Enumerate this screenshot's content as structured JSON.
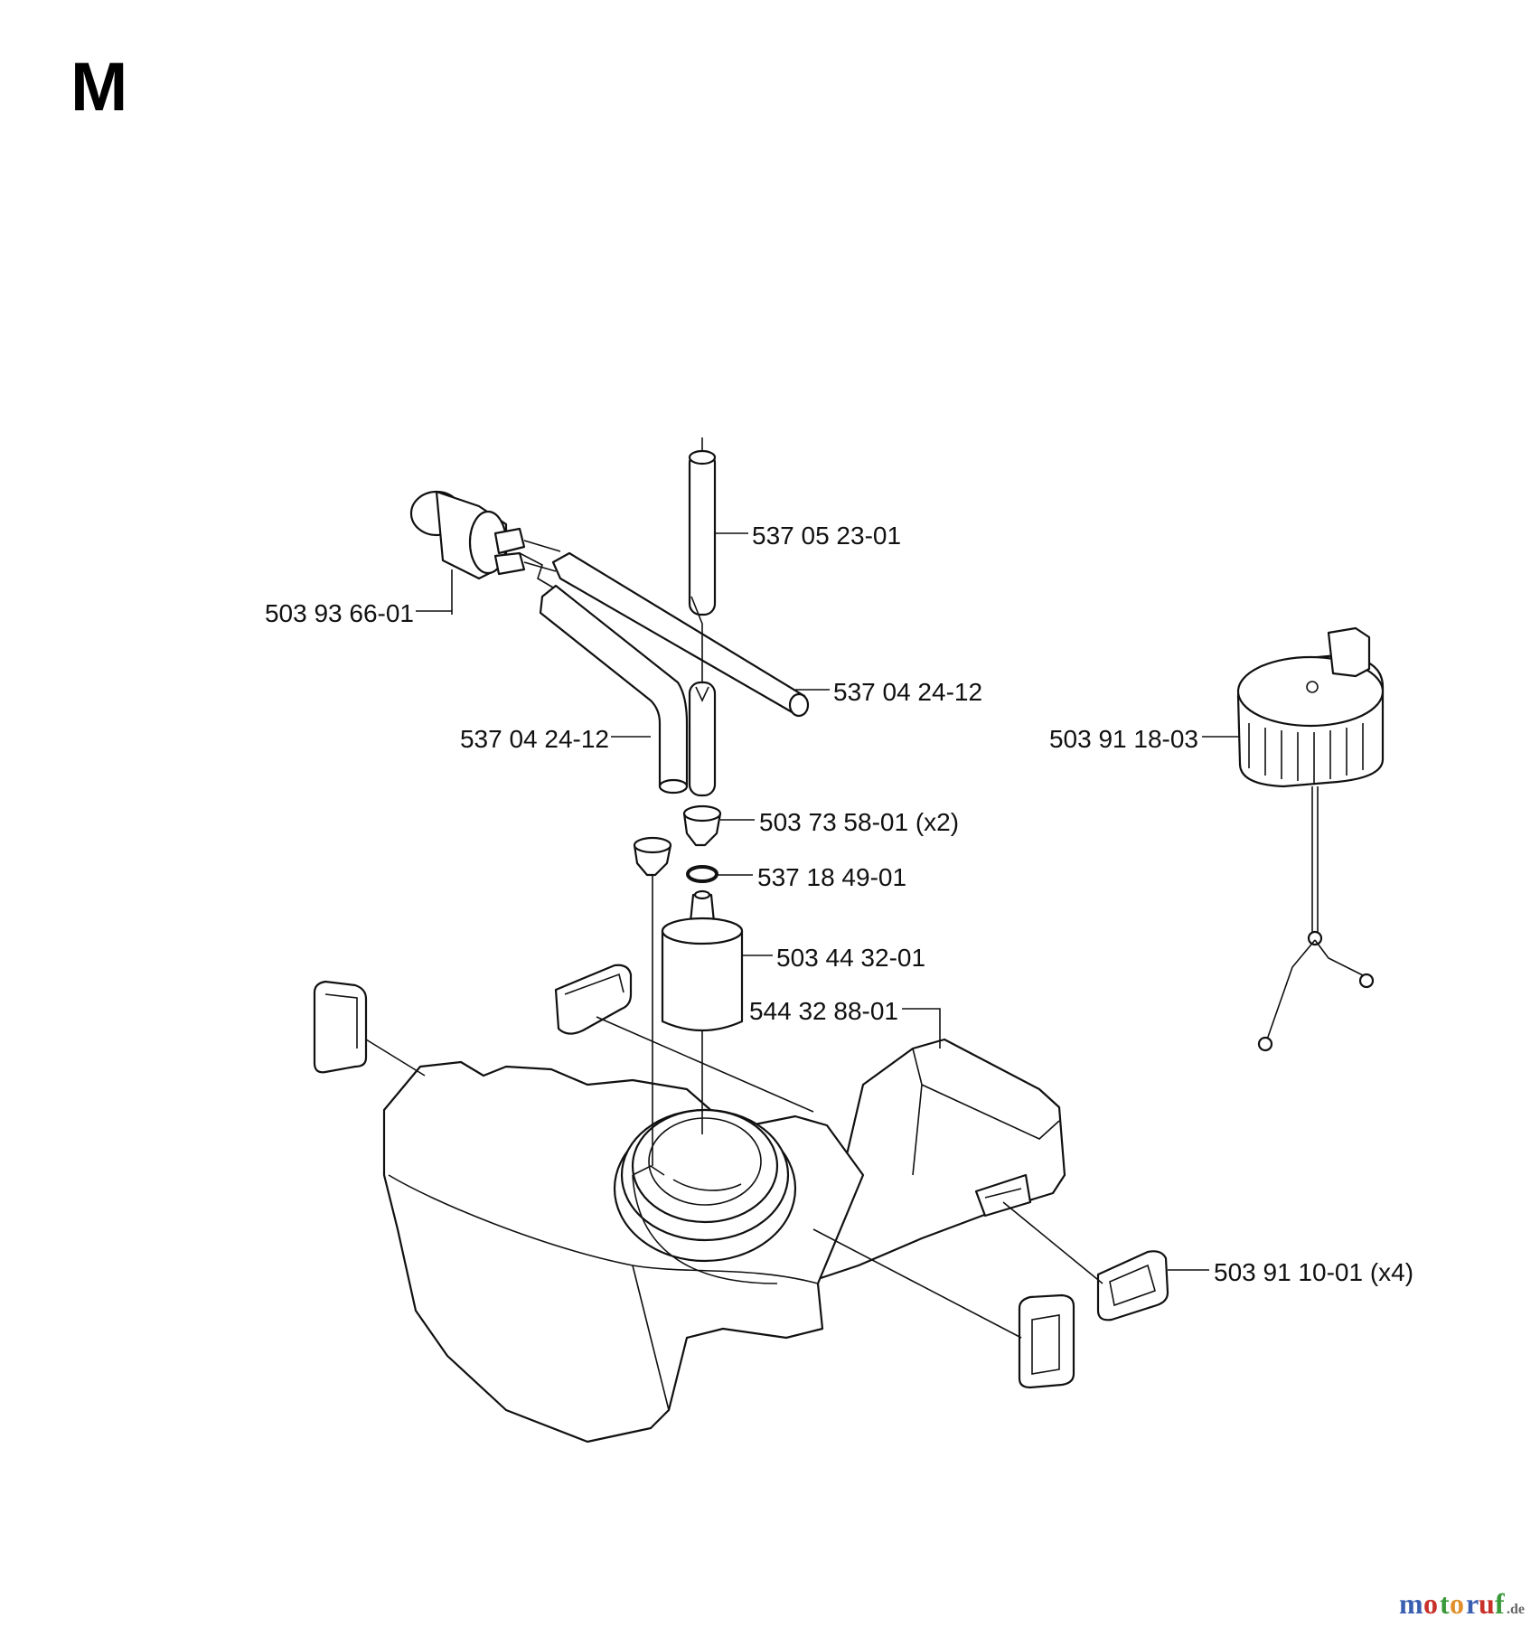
{
  "section_letter": "M",
  "parts": [
    {
      "id": "primer-bulb",
      "number": "503 93 66-01"
    },
    {
      "id": "fuel-hose-top",
      "number": "537 05 23-01"
    },
    {
      "id": "fuel-hose-diagonal",
      "number": "537 04 24-12"
    },
    {
      "id": "fuel-hose-bent",
      "number": "537 04 24-12"
    },
    {
      "id": "grommet",
      "number": "503 73 58-01 (x2)"
    },
    {
      "id": "o-ring",
      "number": "537 18 49-01"
    },
    {
      "id": "fuel-filter",
      "number": "503 44 32-01"
    },
    {
      "id": "fuel-tank",
      "number": "544 32 88-01"
    },
    {
      "id": "fuel-cap",
      "number": "503 91 18-03"
    },
    {
      "id": "rubber-mount",
      "number": "503 91 10-01 (x4)"
    }
  ],
  "watermark": {
    "letters": [
      "m",
      "o",
      "t",
      "o",
      "r",
      "u",
      "f"
    ],
    "suffix": ".de",
    "colors": [
      "#3a5fb0",
      "#c8302a",
      "#3a9a3a",
      "#e0902a",
      "#3a5fb0",
      "#c8302a",
      "#3a9a3a"
    ]
  }
}
